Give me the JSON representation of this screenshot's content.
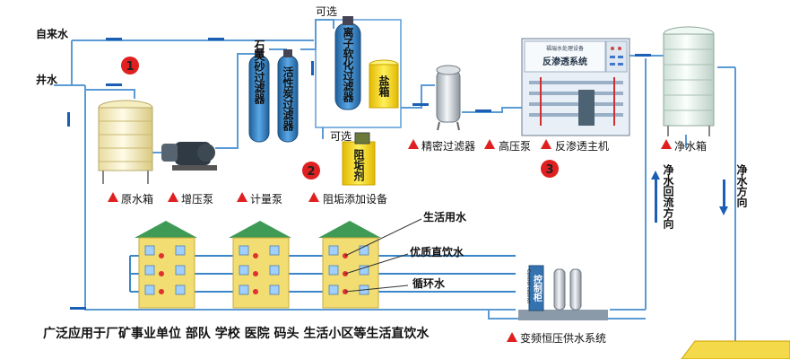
{
  "inputs": {
    "tap_water": "自来水",
    "well_water": "井水"
  },
  "steps": {
    "one": "1",
    "two": "2",
    "three": "3"
  },
  "equipment": {
    "quartz_filter": "石英砂过滤器",
    "carbon_filter": "活性炭过滤器",
    "ion_softener": "离子软化过滤器",
    "salt_box": "盐箱",
    "optional_softener": "可选",
    "optional_scale": "可选",
    "scale_inhibitor_tank": "阻垢剂",
    "ro_panel_title": "反渗透系统",
    "ro_panel_header": "福瑞水处理设备",
    "control_cabinet": "控制柜",
    "control_cabinet_sub": "Control cabinet"
  },
  "labels": {
    "raw_tank": "原水箱",
    "booster_pump": "增压泵",
    "metering_pump": "计量泵",
    "scale_dosing": "阻垢添加设备",
    "precision_filter": "精密过滤器",
    "high_pressure_pump": "高压泵",
    "ro_main": "反渗透主机",
    "clean_tank": "净水箱",
    "return_flow": "净水回流方向",
    "clean_flow": "净水方向",
    "domestic_water": "生活用水",
    "direct_drinking": "优质直饮水",
    "circulating": "循环水",
    "vfd_supply": "变频恒压供水系统"
  },
  "footer": {
    "application": "广泛应用于厂矿事业单位 部队 学校 医院 码头 生活小区等生活直饮水"
  },
  "colors": {
    "pipe": "#4a8fd0",
    "arrow": "#1a5fb4",
    "marker": "#e02020",
    "tank_yellow": "#ffe033",
    "filter_blue": "#3a86c8",
    "building": "#f0dc6a"
  }
}
